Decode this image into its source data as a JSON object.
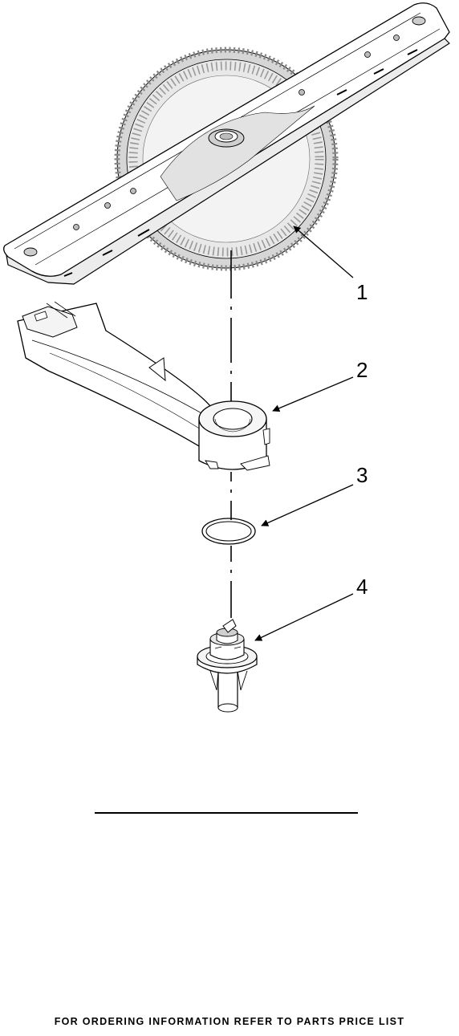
{
  "callouts": [
    {
      "label": "1",
      "part": "spray-arm"
    },
    {
      "label": "2",
      "part": "manifold"
    },
    {
      "label": "3",
      "part": "o-ring"
    },
    {
      "label": "4",
      "part": "bearing"
    }
  ],
  "footer": {
    "text": "FOR ORDERING INFORMATION REFER TO PARTS PRICE LIST"
  },
  "colors": {
    "line": "#000000",
    "gear": "#cfcfcf",
    "part": "#ffffff",
    "shade": "#e4e4e4"
  }
}
